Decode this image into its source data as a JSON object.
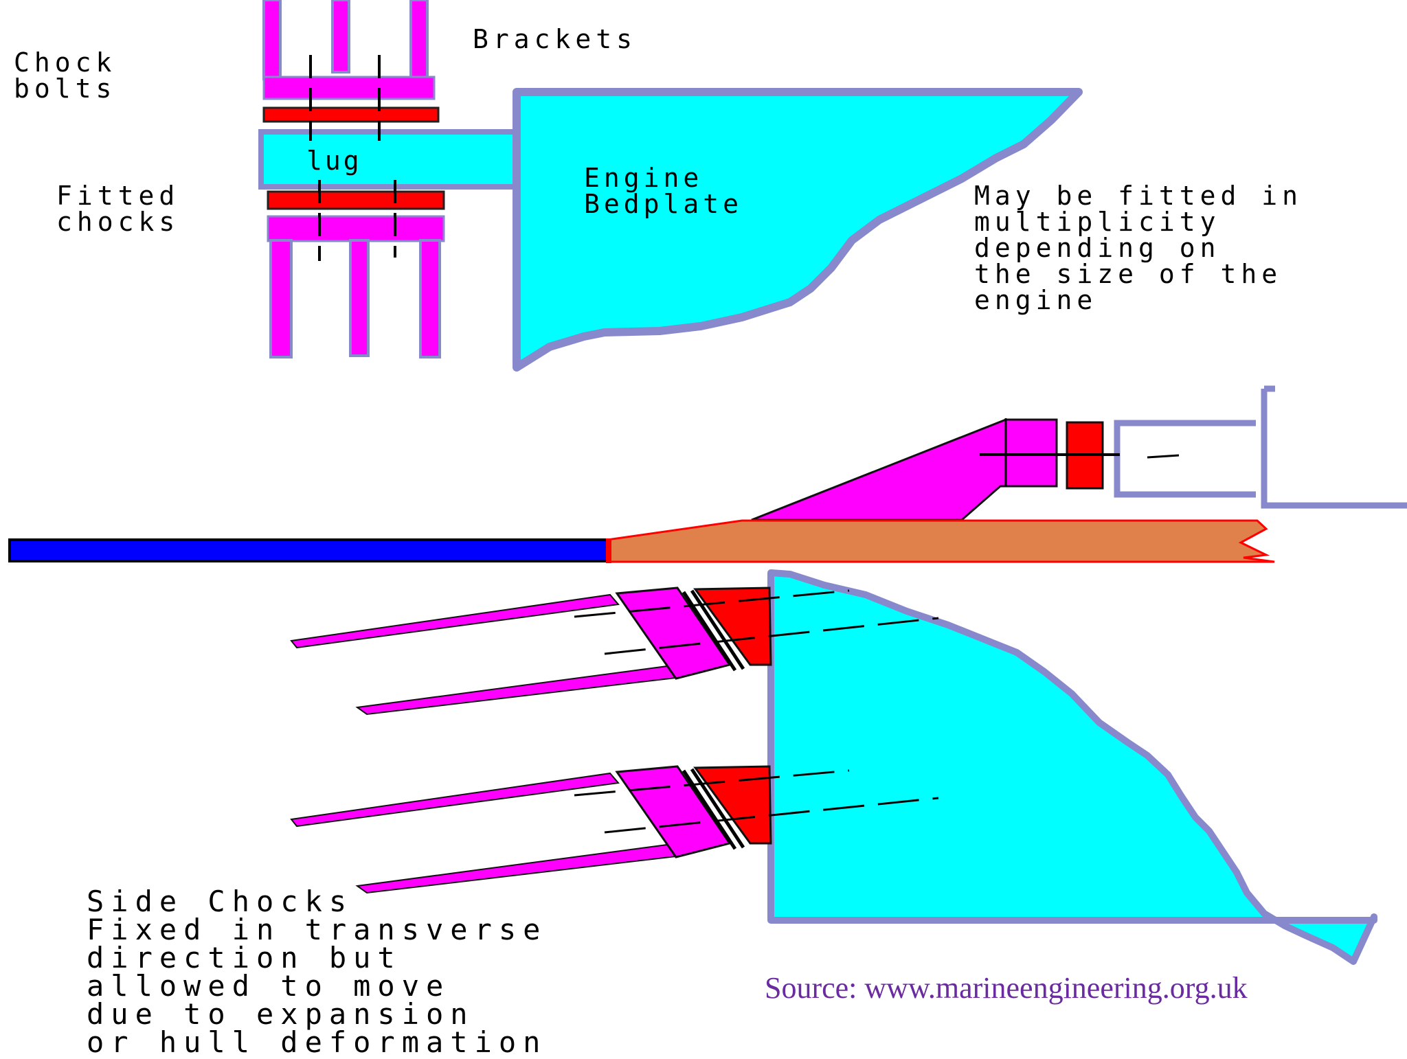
{
  "labels": {
    "chock_bolts": [
      "Chock",
      "bolts"
    ],
    "brackets": "Brackets",
    "lug": "lug",
    "fitted_chocks": [
      "Fitted",
      "chocks"
    ],
    "engine_bedplate": [
      "Engine",
      "Bedplate"
    ],
    "multiplicity_note": [
      "May be fitted in",
      "multiplicity",
      "depending on",
      "the size of the",
      "engine"
    ],
    "side_chocks": [
      "Side Chocks",
      "Fixed in transverse",
      "direction but",
      "allowed to move",
      "due to expansion",
      "or hull deformation"
    ]
  },
  "source": "Source: www.marineengineering.org.uk",
  "colors": {
    "bracket": "#ff00ff",
    "chock": "#ff0000",
    "bedplate": "#00ffff",
    "outline": "#8888cc",
    "tank_top": "#0000ff",
    "hull_plate": "#e0804a",
    "source_text": "#6a2aa0"
  }
}
